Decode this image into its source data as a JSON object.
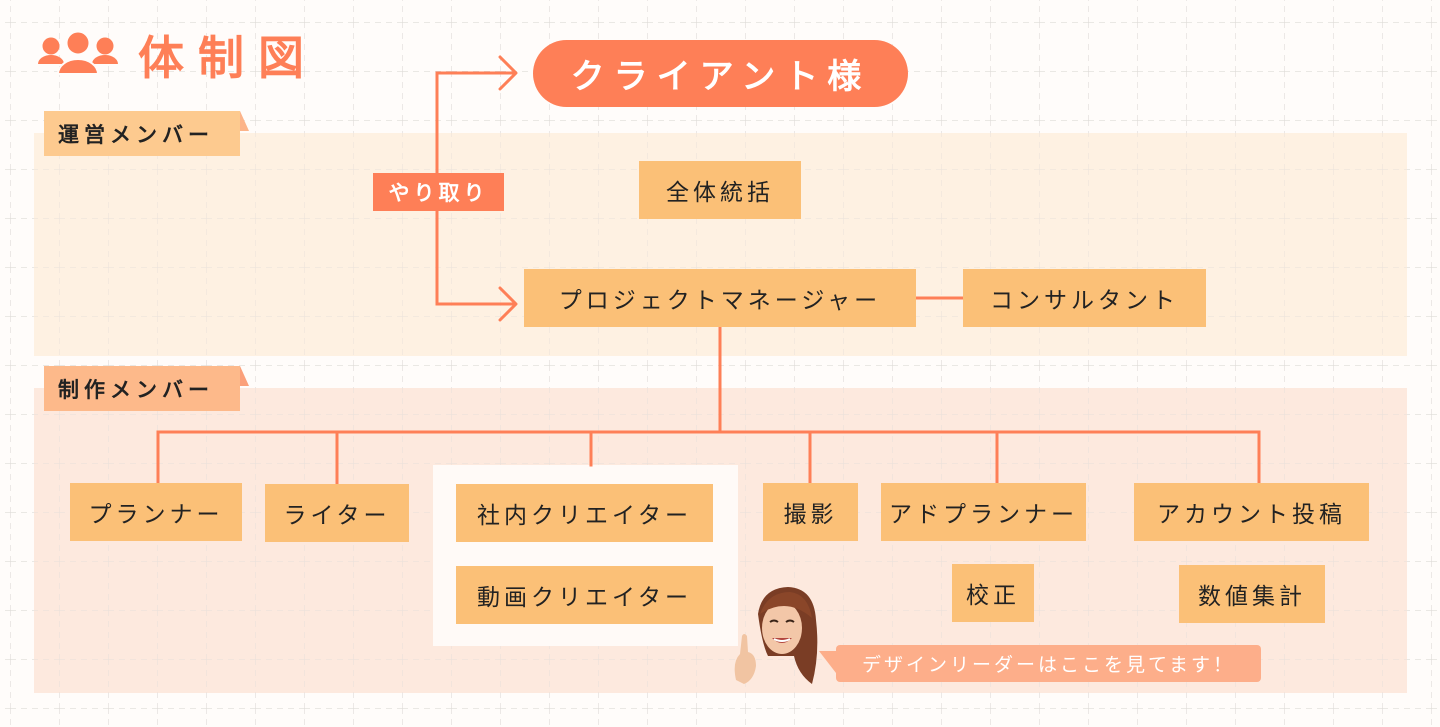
{
  "title": {
    "text": "体制図",
    "icon": "people-group-icon"
  },
  "colors": {
    "accent": "#fe7f57",
    "node_fill": "#fbc077",
    "ops_band": "#fef1e2",
    "prod_band": "#fde9de",
    "ops_tag": "#fdca8f",
    "prod_tag": "#fdb98a",
    "bubble": "#fdae8a",
    "text": "#222222"
  },
  "client": {
    "label": "クライアント様"
  },
  "exchange": {
    "label": "やり取り"
  },
  "sections": {
    "operations": {
      "label": "運営メンバー",
      "nodes": {
        "oversight": "全体統括",
        "project_manager": "プロジェクトマネージャー",
        "consultant": "コンサルタント"
      }
    },
    "production": {
      "label": "制作メンバー",
      "nodes": {
        "planner": "プランナー",
        "writer": "ライター",
        "in_house_creator": "社内クリエイター",
        "video_creator": "動画クリエイター",
        "photography": "撮影",
        "ad_planner": "アドプランナー",
        "proofreading": "校正",
        "account_posting": "アカウント投稿",
        "metrics": "数値集計"
      }
    }
  },
  "callout": {
    "avatar": "design-leader-avatar",
    "text": "デザインリーダーはここを見てます！"
  }
}
